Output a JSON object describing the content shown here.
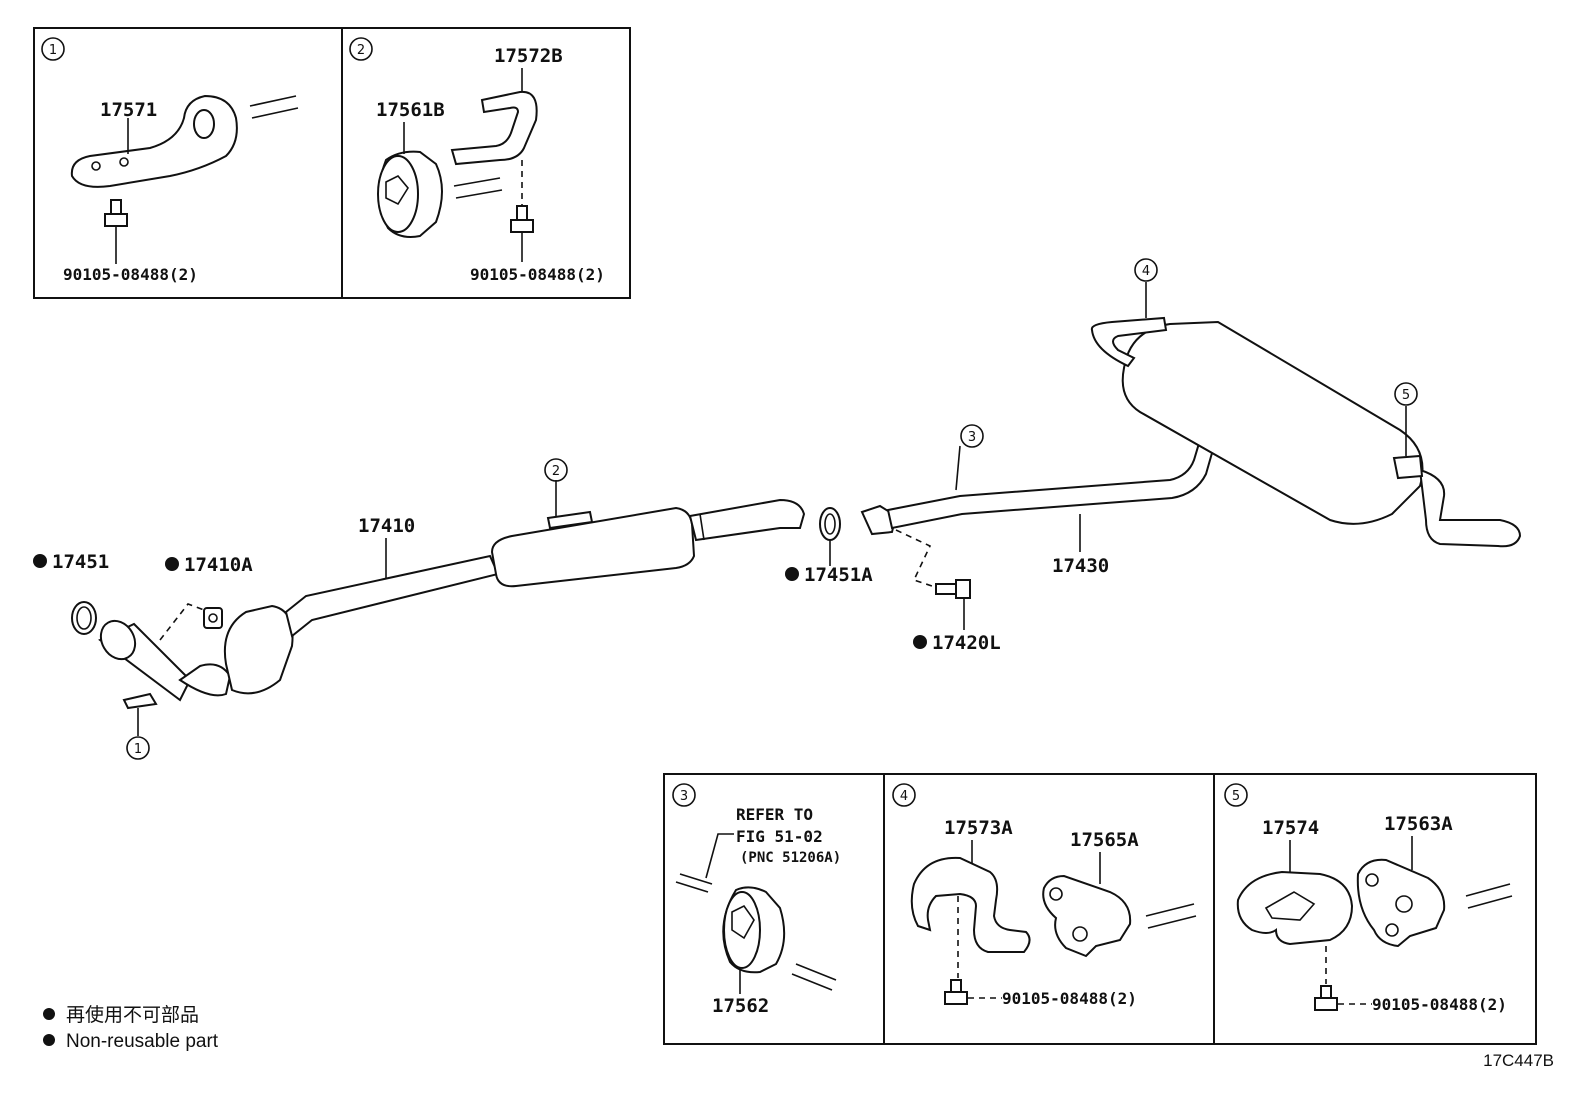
{
  "legend": {
    "ja": "再使用不可部品",
    "en": "Non-reusable part"
  },
  "figure_code": "17C447B",
  "main_labels": {
    "exhaust_pipe_front": "17410",
    "gasket_front": "17451",
    "nut_front": "17410A",
    "gasket_center": "17451A",
    "bolt_center": "17420L",
    "tail_pipe": "17430"
  },
  "callouts": {
    "c1": "1",
    "c2": "2",
    "c3": "3",
    "c4": "4",
    "c5": "5"
  },
  "detail1": {
    "index": "1",
    "bracket": "17571",
    "bolt": "90105-08488(2)"
  },
  "detail2": {
    "index": "2",
    "hanger": "17572B",
    "support": "17561B",
    "bolt": "90105-08488(2)"
  },
  "detail3": {
    "index": "3",
    "refer_line1": "REFER TO",
    "refer_line2": "FIG 51-02",
    "refer_line3": "(PNC 51206A)",
    "support": "17562"
  },
  "detail4": {
    "index": "4",
    "hanger": "17573A",
    "support": "17565A",
    "bolt": "90105-08488(2)"
  },
  "detail5": {
    "index": "5",
    "hanger": "17574",
    "support": "17563A",
    "bolt": "90105-08488(2)"
  }
}
